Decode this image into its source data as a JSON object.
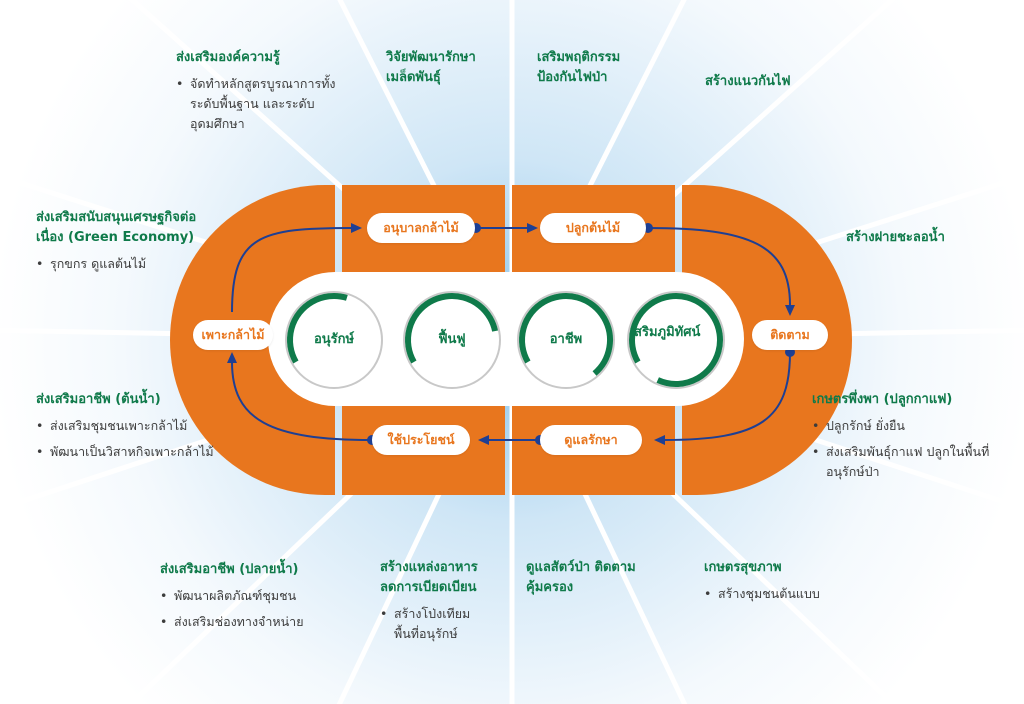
{
  "colors": {
    "orange": "#e8761e",
    "green": "#0f7a4a",
    "navy": "#1e3f93",
    "gray": "#c8c8c8"
  },
  "cycle": {
    "nursery": "อนุบาลกล้าไม้",
    "plant": "ปลูกต้นไม้",
    "seedling": "เพาะกล้าไม้",
    "monitor": "ติดตาม",
    "use": "ใช้ประโยชน์",
    "maintain": "ดูแลรักษา"
  },
  "rings": [
    {
      "label": "อนุรักษ์",
      "arc_fraction": 0.38
    },
    {
      "label": "ฟื้นฟู",
      "arc_fraction": 0.55
    },
    {
      "label": "อาชีพ",
      "arc_fraction": 0.72
    },
    {
      "label": "เสริมภูมิทัศน์",
      "arc_fraction": 0.9
    }
  ],
  "blocks": {
    "knowledge": {
      "title": "ส่งเสริมองค์ความรู้",
      "items": [
        "จัดทำหลักสูตรบูรณาการทั้งระดับพื้นฐาน และระดับอุดมศึกษา"
      ]
    },
    "research": {
      "title": "วิจัยพัฒนารักษาเมล็ดพันธุ์",
      "items": []
    },
    "fire_behavior": {
      "title": "เสริมพฤติกรรมป้องกันไฟป่า",
      "items": []
    },
    "firebreak": {
      "title": "สร้างแนวกันไฟ",
      "items": []
    },
    "green_economy": {
      "title": "ส่งเสริมสนับสนุนเศรษฐกิจต่อเนื่อง (Green Economy)",
      "items": [
        "รุกขกร ดูแลต้นไม้"
      ]
    },
    "check_dam": {
      "title": "สร้างฝายชะลอน้ำ",
      "items": []
    },
    "upstream": {
      "title": "ส่งเสริมอาชีพ (ต้นน้ำ)",
      "items": [
        "ส่งเสริมชุมชนเพาะกล้าไม้",
        "พัฒนาเป็นวิสาหกิจเพาะกล้าไม้"
      ]
    },
    "coffee": {
      "title": "เกษตรพึ่งพา (ปลูกกาแฟ)",
      "items": [
        "ปลูกรักษ์ ยั่งยืน",
        "ส่งเสริมพันธุ์กาแฟ ปลูกในพื้นที่อนุรักษ์ป่า"
      ]
    },
    "downstream": {
      "title": "ส่งเสริมอาชีพ (ปลายน้ำ)",
      "items": [
        "พัฒนาผลิตภัณฑ์ชุมชน",
        "ส่งเสริมช่องทางจำหน่าย"
      ]
    },
    "food": {
      "title": "สร้างแหล่งอาหาร ลดการเบียดเบียน",
      "items": [
        "สร้างโป่งเทียม พื้นที่อนุรักษ์"
      ]
    },
    "wildlife": {
      "title": "ดูแลสัตว์ป่า ติดตามคุ้มครอง",
      "items": []
    },
    "health_farm": {
      "title": "เกษตรสุขภาพ",
      "items": [
        "สร้างชุมชนต้นแบบ"
      ]
    }
  }
}
